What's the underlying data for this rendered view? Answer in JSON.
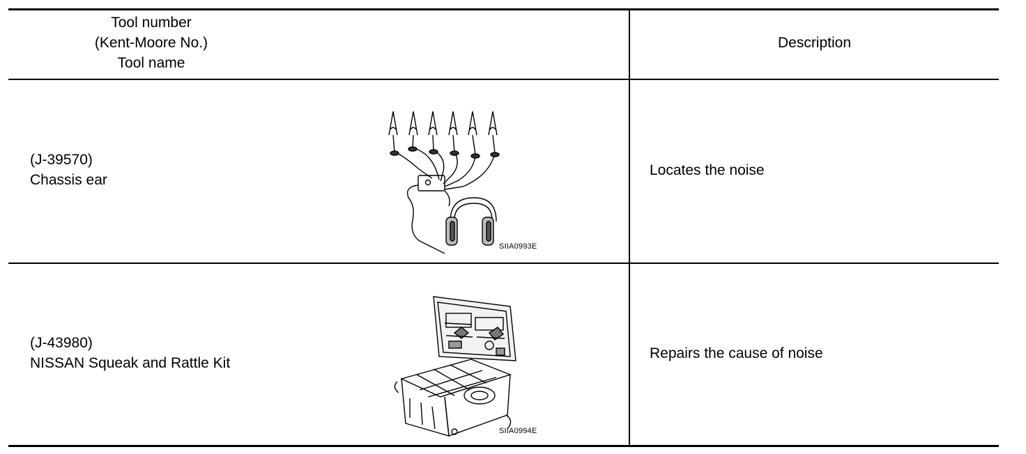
{
  "table": {
    "headers": {
      "tool": [
        "Tool number",
        "(Kent-Moore No.)",
        "Tool name"
      ],
      "description": "Description"
    },
    "rows": [
      {
        "tool_number": "(J-39570)",
        "tool_name": "Chassis ear",
        "figure_code": "SIIA0993E",
        "description": "Locates the noise"
      },
      {
        "tool_number": "(J-43980)",
        "tool_name": "NISSAN Squeak and Rattle Kit",
        "figure_code": "SIIA0994E",
        "description": "Repairs the cause of noise"
      }
    ]
  }
}
